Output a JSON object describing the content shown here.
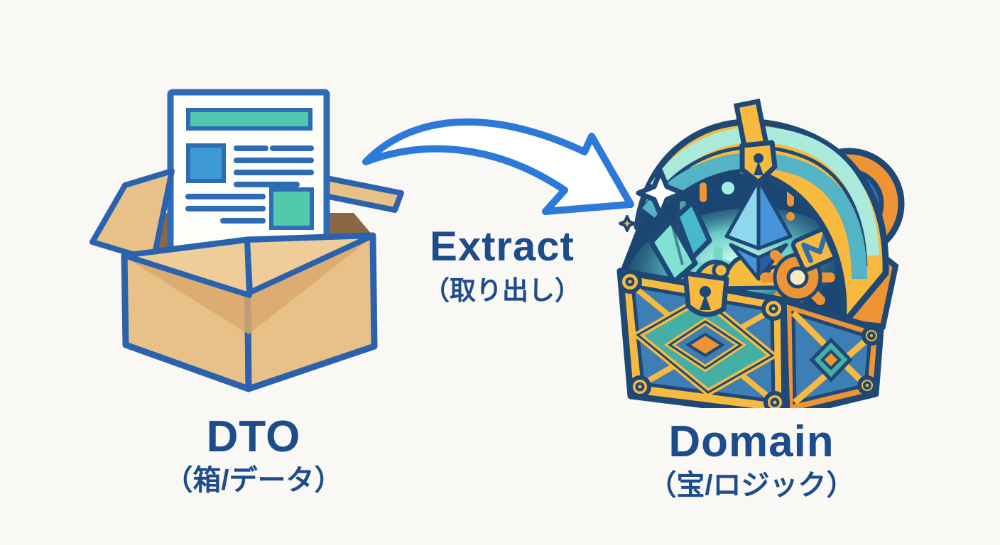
{
  "diagram": {
    "source": {
      "label": "DTO",
      "sublabel": "（箱/データ）",
      "icon": "open-box-with-document-icon"
    },
    "transform": {
      "label": "Extract",
      "sublabel": "（取り出し）",
      "icon": "curved-arrow-icon"
    },
    "target": {
      "label": "Domain",
      "sublabel": "（宝/ロジック）",
      "icon": "treasure-chest-icon"
    }
  },
  "colors": {
    "bg": "#FAF8F4",
    "text": "#1D4C8C",
    "arrow": "#2B79D8",
    "navy": "#1E4876",
    "boxOutline": "#2B62AE",
    "tan": "#E8C189",
    "tanLight": "#EFCD9A",
    "tanDark": "#D9A86D",
    "interiorBrown": "#8A6844",
    "paper": "#FDFDFA",
    "docBorder": "#2E6CB5",
    "docTeal": "#52C9AC",
    "docBlue": "#3E9AD2",
    "gold": "#F7BA3F",
    "orange": "#EE9434",
    "panelBlue": "#3D7FB5",
    "panelTeal": "#46AFA5",
    "capBlue": "#2F6FA8",
    "lidNavy": "#1B4671",
    "glowTeal": "#9FF0E2",
    "stripeLight": "#A9EADB",
    "stripeBlue": "#55B3C6",
    "ethLight": "#8ED8EE",
    "ethMid": "#4795D8",
    "ethDark": "#2D5FA8",
    "crystalTeal": "#7FE2D2",
    "crystalBlue": "#46B9CB",
    "gearTeal": "#6FD8C8"
  }
}
